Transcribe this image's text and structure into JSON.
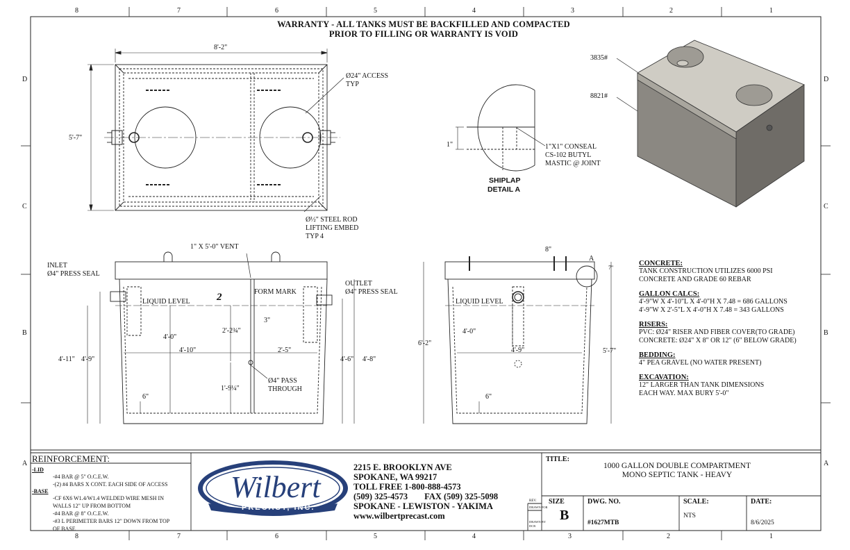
{
  "zones": {
    "columns": [
      "8",
      "7",
      "6",
      "5",
      "4",
      "3",
      "2",
      "1"
    ],
    "rows": [
      "D",
      "C",
      "B",
      "A"
    ]
  },
  "warranty": {
    "line1": "WARRANTY - ALL TANKS MUST BE BACKFILLED AND COMPACTED",
    "line2": "PRIOR TO FILLING OR WARRANTY IS VOID"
  },
  "plan_view": {
    "width_dim": "8'-2\"",
    "depth_dim": "5'-7\"",
    "access_callout": [
      "Ø24\" ACCESS",
      "TYP"
    ],
    "lifting_callout": [
      "Ø½\" STEEL ROD",
      "LIFTING EMBED",
      "TYP 4"
    ]
  },
  "shiplap": {
    "dim": "1\"",
    "callout": [
      "1\"X1\" CONSEAL",
      "CS-102 BUTYL",
      "MASTIC @ JOINT"
    ],
    "title": [
      "SHIPLAP",
      "DETAIL A"
    ]
  },
  "iso_view": {
    "weight_lid": "3835#",
    "weight_base": "8821#"
  },
  "front_section": {
    "vent": "1\" X 5'-0\" VENT",
    "inlet": [
      "INLET",
      "Ø4\" PRESS SEAL"
    ],
    "outlet": [
      "OUTLET",
      "Ø4\" PRESS SEAL"
    ],
    "form_mark": "FORM MARK",
    "form_mark_symbol": "2",
    "liquid_level": "LIQUID LEVEL",
    "dims": {
      "inlet_height": "4'-11\"",
      "outlet_height": "4'-6\"",
      "liquid_depth": "4'-9\"",
      "overall_height": "4'-8\"",
      "liquid_to_floor": "4'-0\"",
      "baffle_offset": "2'-2¾\"",
      "wall_gap": "3\"",
      "first_compartment": "4'-10\"",
      "second_compartment": "2'-5\"",
      "pass_through_height": "1'-9¼\"",
      "floor": "6\""
    },
    "pass_through": [
      "Ø4\" PASS",
      "THROUGH"
    ]
  },
  "end_section": {
    "riser_dim": "8\"",
    "detail_mark": "A",
    "detail_dim": "7\"",
    "liquid_level": "LIQUID LEVEL",
    "dims": {
      "overall_height": "6'-2\"",
      "liquid_depth": "4'-0\"",
      "width": "4'-9\"",
      "outer_height": "5'-7\"",
      "floor": "6\""
    }
  },
  "notes": [
    {
      "heading": "CONCRETE:",
      "lines": [
        "TANK CONSTRUCTION UTILIZES 6000 PSI",
        "CONCRETE AND GRADE 60 REBAR"
      ]
    },
    {
      "heading": "GALLON CALCS:",
      "lines": [
        "4'-9\"W X 4'-10\"L X 4'-0\"H X 7.48 = 686 GALLONS",
        "4'-9\"W X 2'-5\"L X 4'-0\"H X 7.48 = 343 GALLONS"
      ]
    },
    {
      "heading": "RISERS:",
      "lines": [
        "PVC: Ø24\" RISER AND FIBER COVER(TO GRADE)",
        "CONCRETE: Ø24\" X 8\" OR 12\" (6\" BELOW GRADE)"
      ]
    },
    {
      "heading": "BEDDING:",
      "lines": [
        "4\" PEA GRAVEL (NO WATER PRESENT)"
      ]
    },
    {
      "heading": "EXCAVATION:",
      "lines": [
        "12\" LARGER THAN TANK DIMENSIONS",
        "EACH WAY. MAX BURY 5'-0\""
      ]
    }
  ],
  "reinforcement": {
    "title": "REINFORCEMENT:",
    "lid_label": "-LID",
    "lid_lines": [
      "-#4 BAR @ 5\" O.C.E.W.",
      "-(2) #4 BARS X CONT. EACH SIDE OF ACCESS"
    ],
    "base_label": "-BASE",
    "base_lines": [
      "-CF 6X6 W1.4/W1.4 WELDED WIRE MESH IN",
      "WALLS 12\" UP FROM BOTTOM",
      "-#4 BAR @ 8\" O.C.E.W.",
      "-#3 L PERIMETER BARS 12\" DOWN FROM TOP",
      "OF BASE"
    ]
  },
  "company": {
    "logo_name": "Wilbert",
    "logo_sub": "PRECAST, INC.",
    "address1": "2215 E. BROOKLYN AVE",
    "address2": "SPOKANE, WA 99217",
    "tollfree": "TOLL FREE 1-800-888-4573",
    "phone": "(509) 325-4573",
    "fax": "FAX (509) 325-5098",
    "cities": "SPOKANE - LEWISTON - YAKIMA",
    "web": "www.wilbertprecast.com"
  },
  "title_block": {
    "title_label": "TITLE:",
    "title_line1": "1000 GALLON DOUBLE COMPARTMENT",
    "title_line2": "MONO SEPTIC TANK - HEAVY",
    "rev_label": "REV.",
    "drawn_for_label": "DRAWN FOR",
    "drawn_by_label": "DRAWN BY",
    "drawn_by": "DCR",
    "size_label": "SIZE",
    "size": "B",
    "dwg_label": "DWG.  NO.",
    "dwg_no": "#1627MTB",
    "scale_label": "SCALE:",
    "scale": "NTS",
    "date_label": "DATE:",
    "date": "8/6/2025"
  },
  "colors": {
    "line": "#222222",
    "iso_top": "#cfccc4",
    "iso_front": "#8b8882",
    "iso_side": "#6f6c67",
    "logo_blue": "#27407a"
  }
}
